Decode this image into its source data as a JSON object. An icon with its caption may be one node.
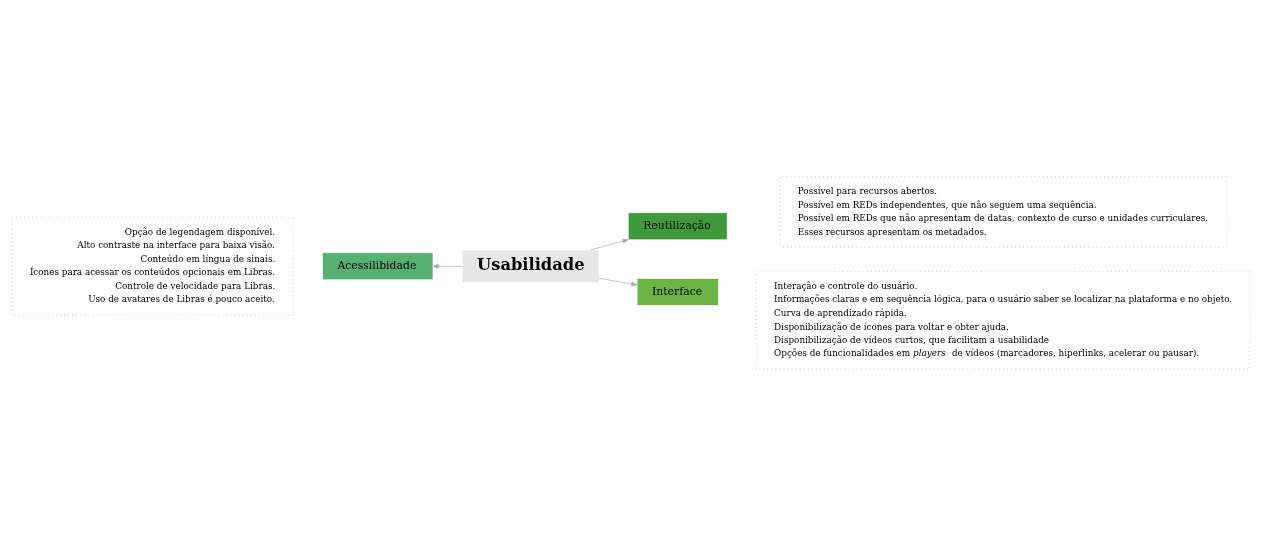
{
  "diagram": {
    "nodes": [
      {
        "text": [
          "Usabilidade"
        ]
      },
      {
        "text": [
          "Reutilização"
        ],
        "beside": [
          "Possível para recursos abertos.",
          "Possível em REDs independentes, que não seguem uma sequência.",
          "Possível em REDs que não apresentam de datas, contexto de curso e unidades curriculares.",
          "Esses recursos apresentam os metadados."
        ]
      },
      {
        "text": [
          "Acessilibidade"
        ],
        "beside": [
          "Opção de legendagem disponível.",
          "Alto contraste na interface para baixa visão.",
          "Conteúdo em língua de sinais.",
          "Ícones para acessar os conteúdos opcionais em Libras.",
          "Controle de velocidade para Libras.",
          "Uso de avatares de Libras é pouco aceito."
        ]
      },
      {
        "text": [
          "Interface"
        ],
        "beside": [
          "Interação e controle do usuário.",
          "Informações claras e em sequência lógica, para o usuário saber se localizar na plataforma e no objeto.",
          "Curva de aprendizado rápida.",
          "Disponibilização de ícones para voltar e obter ajuda.",
          "Disponibilização de vídeos curtos, que facilitam a usabilidade",
          "Opções de funcionalidades em *players* de vídeos (marcadores, hiperlinks, acelerar ou pausar)."
        ]
      }
    ],
    "edges": [
      {
        "from": 0,
        "to": 1,
        "arrow": "to"
      },
      {
        "from": 0,
        "to": 2,
        "arrow": "to"
      },
      {
        "from": 0,
        "to": 3,
        "arrow": "to"
      }
    ]
  }
}
